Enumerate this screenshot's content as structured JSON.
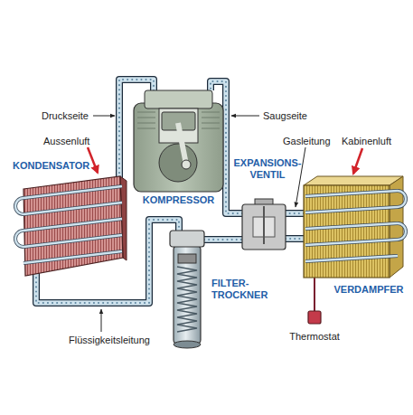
{
  "diagram": {
    "nodes": [
      {
        "text": [
          "KONDENSATOR"
        ]
      },
      {
        "text": [
          "KOMPRESSOR"
        ]
      },
      {
        "text": [
          "EXPANSIONS- VENTIL"
        ]
      },
      {
        "text": [
          "VERDAMPFER"
        ]
      },
      {
        "text": [
          "FILTER- TROCKNER"
        ]
      },
      {
        "text": [
          "Thermostat"
        ]
      }
    ],
    "edges": [
      {
        "from": 1,
        "to": 0,
        "arrow": "none"
      },
      {
        "from": 0,
        "to": 4,
        "arrow": "none"
      },
      {
        "from": 4,
        "to": 2,
        "arrow": "none"
      },
      {
        "from": 2,
        "to": 3,
        "arrow": "none"
      },
      {
        "from": 3,
        "to": 2,
        "arrow": "none"
      },
      {
        "from": 2,
        "to": 1,
        "arrow": "none"
      },
      {
        "from": 5,
        "to": 3,
        "arrow": "none"
      }
    ],
    "labels": [
      "Druckseite",
      "Aussenluft",
      "Saugseite",
      "Gasleitung",
      "Kabinenluft",
      "Flüssigkeitsleitung"
    ]
  }
}
